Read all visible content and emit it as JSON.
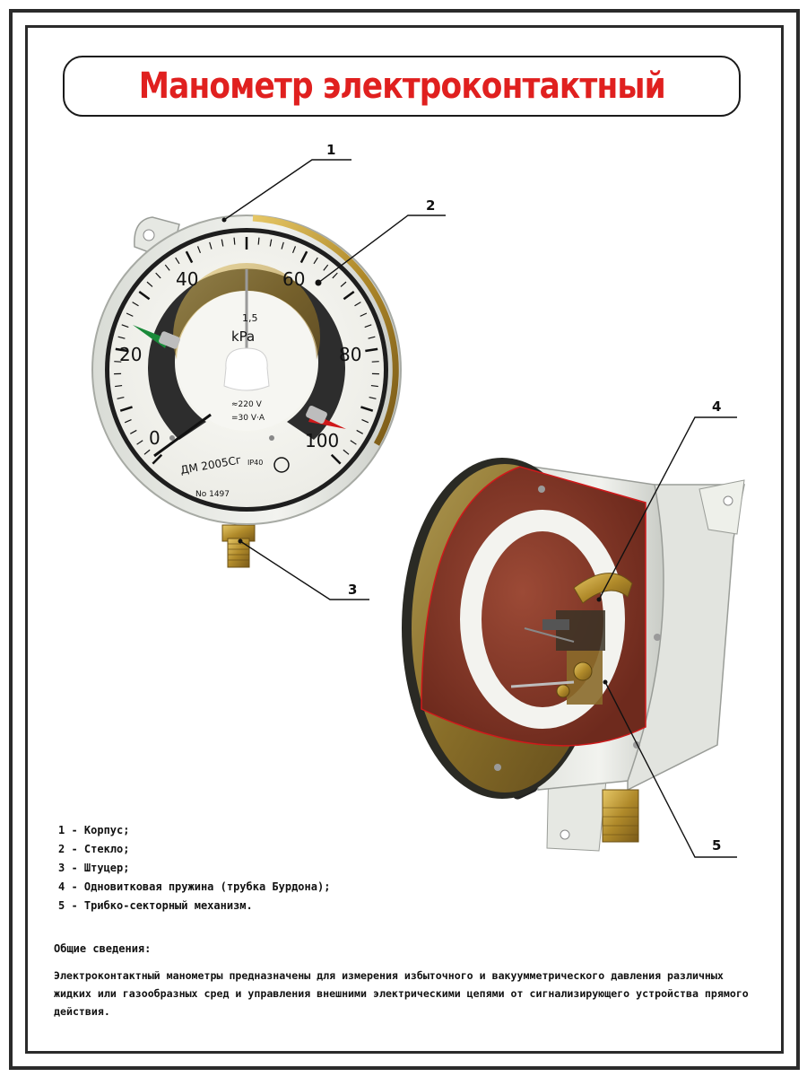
{
  "title": "Манометр электроконтактный",
  "callouts": [
    "1",
    "2",
    "3",
    "4",
    "5"
  ],
  "gauge": {
    "scale_labels": [
      "0",
      "20",
      "40",
      "60",
      "80",
      "100"
    ],
    "unit": "kPa",
    "accuracy_class": "1,5",
    "voltage": "≈220 V",
    "power": "=30 V·A",
    "model": "ДМ 2005Сг",
    "protection": "IP40",
    "serial": "No 1497"
  },
  "legend": [
    "1 - Корпус;",
    "2 - Стекло;",
    "3 - Штуцер;",
    "4 - Одновитковая пружина (трубка Бурдона);",
    "5 - Трибко-секторный механизм."
  ],
  "info": {
    "heading": "Общие сведения:",
    "text": "Электроконтактный манометры предназначены для измерения избыточного и вакуумметрического давления различных жидких или газообразных сред и управления внешними электрическими цепями от сигнализирующего устройства прямого действия."
  },
  "colors": {
    "title": "#e0201f",
    "frame": "#2b2b2b",
    "brass": "#c9a440",
    "dial_face": "#f4f4ef",
    "case": "#e9ebe6",
    "green_contact": "#1a8a3a",
    "red_contact": "#d0191b",
    "insulator": "#8a3a2a"
  }
}
